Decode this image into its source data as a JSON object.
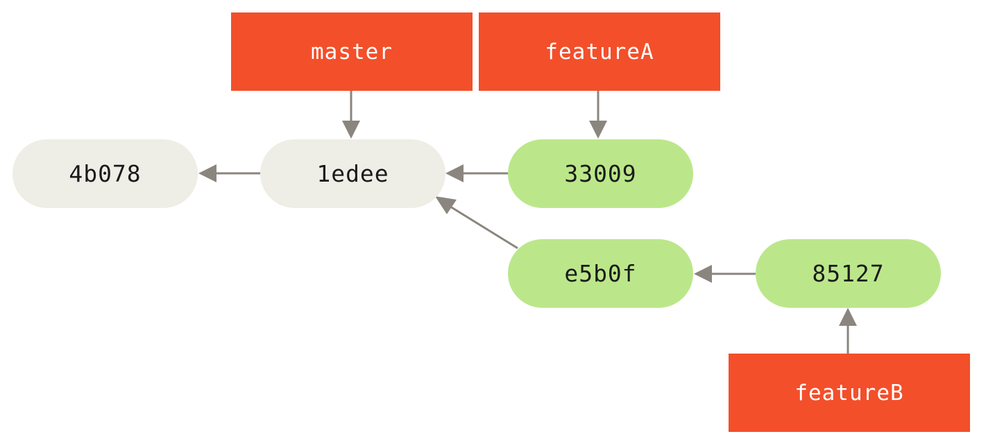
{
  "colors": {
    "branch_fill": "#f34f2a",
    "branch_text": "#ffffff",
    "old_commit_fill": "#eeede6",
    "new_commit_fill": "#bbe78a",
    "arrow": "#8a857e"
  },
  "branches": {
    "master": "master",
    "featureA": "featureA",
    "featureB": "featureB"
  },
  "commits": {
    "c1": "4b078",
    "c2": "1edee",
    "c3": "33009",
    "c4": "e5b0f",
    "c5": "85127"
  },
  "edges": [
    {
      "from": "1edee",
      "to": "4b078"
    },
    {
      "from": "33009",
      "to": "1edee"
    },
    {
      "from": "e5b0f",
      "to": "1edee"
    },
    {
      "from": "85127",
      "to": "e5b0f"
    },
    {
      "from": "master",
      "to": "1edee"
    },
    {
      "from": "featureA",
      "to": "33009"
    },
    {
      "from": "featureB",
      "to": "85127"
    }
  ]
}
